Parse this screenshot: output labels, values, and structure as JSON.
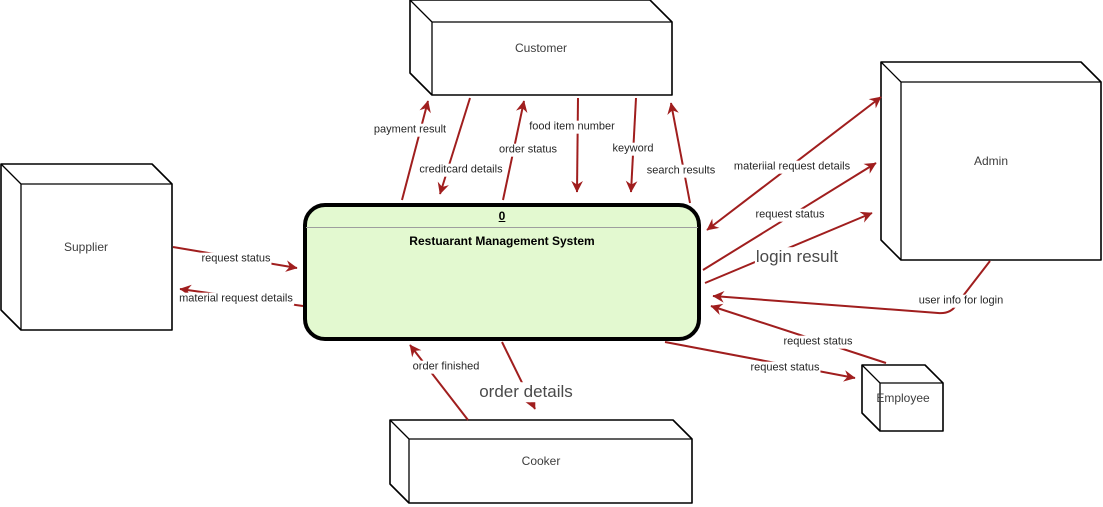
{
  "diagram": {
    "type": "data-flow-diagram-context-level",
    "process": {
      "id_label": "0",
      "name": "Restuarant Management System"
    },
    "colors": {
      "process_fill": "#e3f9d0",
      "process_border": "#000000",
      "arrow": "#a01e1e",
      "entity_fill": "#ffffff",
      "entity_border": "#000000",
      "label_text": "#262626"
    },
    "entities": [
      {
        "id": "customer",
        "label": "Customer"
      },
      {
        "id": "supplier",
        "label": "Supplier"
      },
      {
        "id": "admin",
        "label": "Admin"
      },
      {
        "id": "employee",
        "label": "Employee"
      },
      {
        "id": "cooker",
        "label": "Cooker"
      }
    ],
    "flows": [
      {
        "label": "payment result",
        "from": "system",
        "to": "customer"
      },
      {
        "label": "creditcard details",
        "from": "customer",
        "to": "system"
      },
      {
        "label": "order status",
        "from": "system",
        "to": "customer"
      },
      {
        "label": "food item number",
        "from": "customer",
        "to": "system"
      },
      {
        "label": "keyword",
        "from": "customer",
        "to": "system"
      },
      {
        "label": "search results",
        "from": "system",
        "to": "customer"
      },
      {
        "label": "materiial request details",
        "from": "system",
        "to": "admin",
        "bidirectional": true
      },
      {
        "label": "request status",
        "from": "system",
        "to": "admin"
      },
      {
        "label": "login result",
        "from": "system",
        "to": "admin",
        "style": "large"
      },
      {
        "label": "user info for login",
        "from": "admin",
        "to": "system"
      },
      {
        "label": "request status",
        "from": "employee",
        "to": "system"
      },
      {
        "label": "request status",
        "from": "system",
        "to": "employee"
      },
      {
        "label": "request status",
        "from": "supplier",
        "to": "system"
      },
      {
        "label": "material request details",
        "from": "system",
        "to": "supplier"
      },
      {
        "label": "order finished",
        "from": "cooker",
        "to": "system"
      },
      {
        "label": "order details",
        "from": "system",
        "to": "cooker",
        "style": "large"
      }
    ]
  }
}
